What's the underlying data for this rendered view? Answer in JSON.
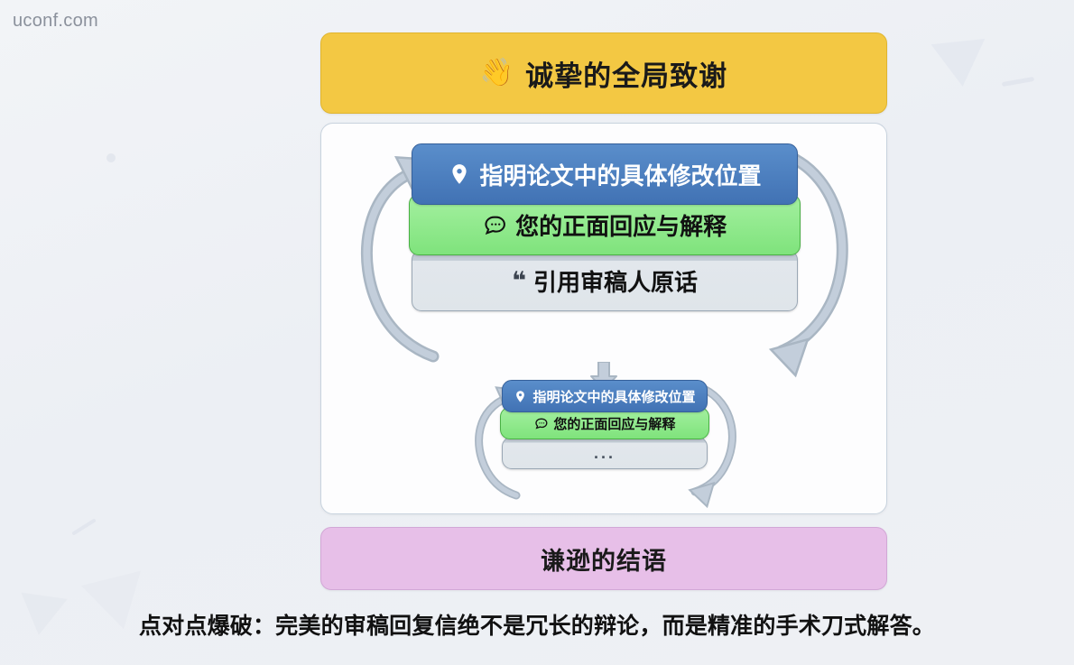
{
  "watermark": "uconf.com",
  "header": {
    "icon": "waving-hand-icon",
    "emoji": "👋",
    "label": "诚挚的全局致谢",
    "color": "#f3c843"
  },
  "footer": {
    "label": "谦逊的结语",
    "color": "#e7bfe8"
  },
  "caption": "点对点爆破：完美的审稿回复信绝不是冗长的辩论，而是精准的手术刀式解答。",
  "diagram": {
    "outer_cycle": {
      "cards": [
        {
          "icon": "location-pin-icon",
          "label": "指明论文中的具体修改位置",
          "color": "#4172b4"
        },
        {
          "icon": "speech-bubble-icon",
          "label": "您的正面回应与解释",
          "color": "#7fe37c"
        },
        {
          "icon": "quote-icon",
          "label": "引用审稿人原话",
          "color": "#dfe5ea"
        }
      ],
      "left_arrow": "curved-arrow-up",
      "right_arrow": "curved-arrow-down"
    },
    "connector": "down-arrow",
    "inner_cycle": {
      "cards": [
        {
          "icon": "location-pin-icon",
          "label": "指明论文中的具体修改位置",
          "color": "#4172b4"
        },
        {
          "icon": "speech-bubble-icon",
          "label": "您的正面回应与解释",
          "color": "#7fe37c"
        },
        {
          "icon": "ellipsis-icon",
          "label": "...",
          "color": "#dfe5ea"
        }
      ],
      "left_arrow": "curved-arrow-up",
      "right_arrow": "curved-arrow-down"
    }
  }
}
